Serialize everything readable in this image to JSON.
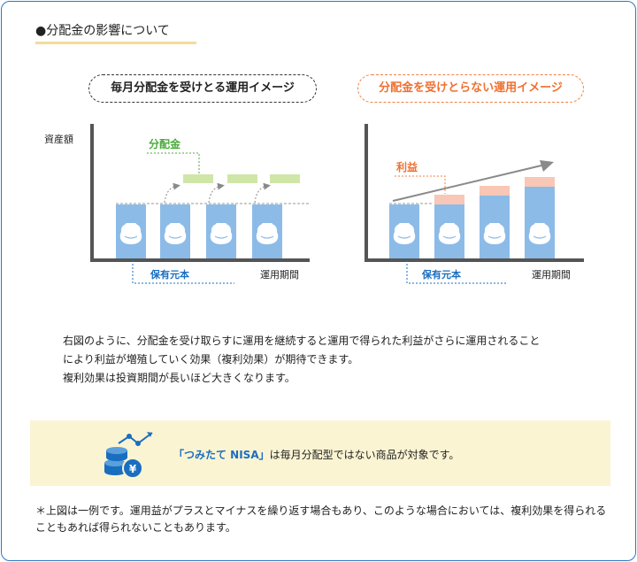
{
  "heading": "●分配金の影響について",
  "diagrams": {
    "left": {
      "title": "毎月分配金を受けとる運用イメージ",
      "y_label": "資産額",
      "callout": "分配金",
      "base_label": "保有元本",
      "x_label": "運用期間"
    },
    "right": {
      "title": "分配金を受けとらない運用イメージ",
      "callout": "利益",
      "base_label": "保有元本",
      "x_label": "運用期間"
    }
  },
  "description": {
    "line1": "右図のように、分配金を受け取らすに運用を継続すると運用で得られた利益がさらに運用されること",
    "line2": "により利益が増殖していく効果（複利効果）が期待できます。",
    "line3": "複利効果は投資期間が長いほど大きくなります。"
  },
  "nisa": {
    "highlight": "「つみたて NISA」",
    "rest": "は毎月分配型ではない商品が対象です。"
  },
  "note": {
    "line1": "＊上図は一例です。運用益がプラスとマイナスを繰り返す場合もあり、このような場合においては、複利効果を得られる",
    "line2": "こともあれば得られないこともあります。"
  },
  "colors": {
    "border": "#2a7ac4",
    "bar": "#8cbbe8",
    "distribution": "#cfe6a8",
    "profit": "#f8c7b5",
    "accent_blue": "#1a6ec0",
    "accent_green": "#4caa3c",
    "accent_orange": "#f07030",
    "nisa_bg": "#fbf4d3"
  },
  "icons": {
    "wallet": "purse-icon",
    "nisa": "coins-chart-icon"
  }
}
